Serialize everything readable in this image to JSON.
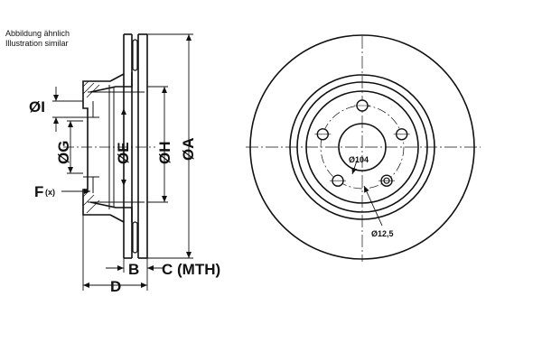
{
  "captions": {
    "line1": "Abbildung ähnlich",
    "line2": "Illustration similar"
  },
  "side_view": {
    "labels": {
      "I": "ØI",
      "G": "ØG",
      "E": "ØE",
      "H": "ØH",
      "A": "ØA",
      "F": "F",
      "F_sub": "(x)",
      "B": "B",
      "C": "C (MTH)",
      "D": "D"
    }
  },
  "front_view": {
    "labels": {
      "bolt_circle": "Ø104",
      "hole": "Ø12,5"
    },
    "bolt_hole_count": 5
  }
}
